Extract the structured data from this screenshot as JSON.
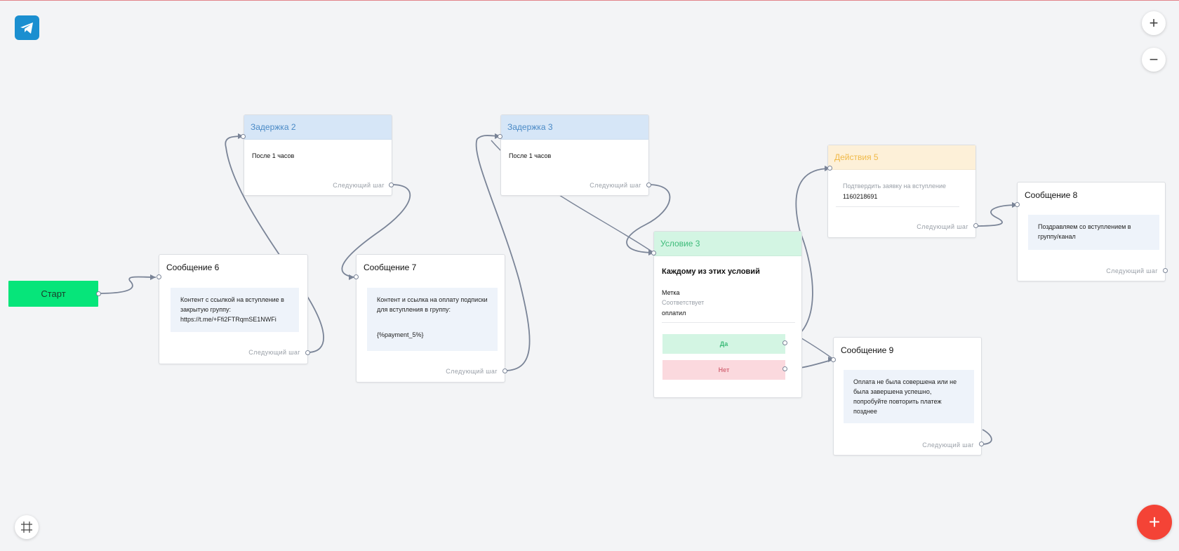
{
  "app": {
    "logo_icon": "telegram-icon"
  },
  "toolbar": {
    "zoom_in": "+",
    "zoom_out": "−",
    "add": "+",
    "fit_icon": "fit-screen-icon"
  },
  "start": {
    "label": "Старт"
  },
  "next_step": "Следующий шаг",
  "delay2": {
    "title": "Задержка 2",
    "text": "После 1 часов"
  },
  "delay3": {
    "title": "Задержка 3",
    "text": "После 1 часов"
  },
  "msg6": {
    "title": "Сообщение 6",
    "text": "Контент с ссылкой на вступление в закрытую группу: https://t.me/+Ffi2FTRqmSE1NWFi"
  },
  "msg7": {
    "title": "Сообщение 7",
    "text": "Контент и ссылка на оплату подписки для вступления в группу:",
    "var": "{%payment_5%}"
  },
  "cond3": {
    "title": "Условие 3",
    "heading": "Каждому из этих условий",
    "field": "Метка",
    "op": "Соответствует",
    "value": "оплатил",
    "yes": "Да",
    "no": "Нет"
  },
  "act5": {
    "title": "Действия 5",
    "action": "Подтвердить заявку на вступление",
    "id": "1160218691"
  },
  "msg8": {
    "title": "Сообщение 8",
    "text": "Поздравляем со вступлением в группу/канал"
  },
  "msg9": {
    "title": "Сообщение 9",
    "text": "Оплата не была совершена или не была завершена успешно, попробуйте повторить платеж позднее"
  },
  "colors": {
    "accent_add": "#f44336",
    "start": "#06e57a",
    "telegram": "#1b8fd0"
  }
}
